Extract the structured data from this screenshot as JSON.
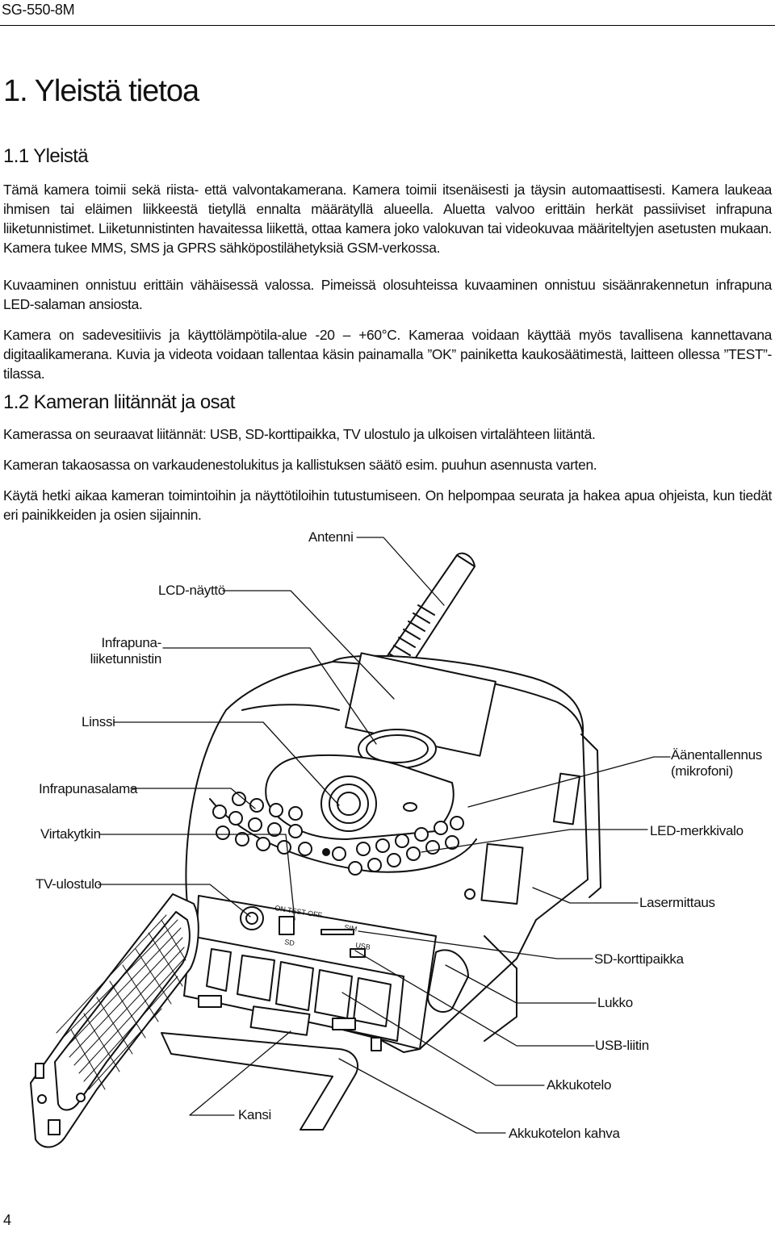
{
  "header": {
    "doc_code": "SG-550-8M"
  },
  "title": "1. Yleistä tietoa",
  "section1": {
    "heading": "1.1 Yleistä",
    "paragraphs": [
      "Tämä kamera toimii sekä riista- että valvontakamerana. Kamera toimii itsenäisesti ja täysin automaattisesti. Kamera laukeaa ihmisen tai eläimen liikkeestä tietyllä ennalta määrätyllä alueella. Aluetta valvoo erittäin herkät passiiviset infrapuna liiketunnistimet. Liiketunnistinten havaitessa liikettä, ottaa kamera joko valokuvan tai videokuvaa määriteltyjen asetusten mukaan. Kamera tukee MMS, SMS ja GPRS sähköpostilähetyksiä GSM-verkossa.",
      "Kuvaaminen onnistuu erittäin vähäisessä valossa. Pimeissä olosuhteissa kuvaaminen onnistuu sisäänrakennetun infrapuna LED-salaman ansiosta.",
      "Kamera on sadevesitiivis ja käyttölämpötila-alue -20 – +60°C. Kameraa voidaan käyttää myös tavallisena kannettavana digitaalikamerana. Kuvia ja videota voidaan tallentaa käsin painamalla ”OK” painiketta kaukosäätimestä, laitteen ollessa ”TEST”-tilassa."
    ]
  },
  "section2": {
    "heading": "1.2 Kameran liitännät ja osat",
    "paragraphs": [
      "Kamerassa on seuraavat liitännät: USB, SD-korttipaikka, TV ulostulo ja ulkoisen virtalähteen liitäntä.",
      "Kameran takaosassa on varkaudenestolukitus ja kallistuksen säätö esim. puuhun asennusta varten.",
      "Käytä hetki aikaa kameran toimintoihin ja näyttötiloihin tutustumiseen. On helpompaa seurata ja hakea apua ohjeista, kun tiedät eri painikkeiden ja osien sijainnin."
    ]
  },
  "diagram": {
    "labels": {
      "antenna": "Antenni",
      "lcd": "LCD-näyttö",
      "pir_line1": "Infrapuna-",
      "pir_line2": "liiketunnistin",
      "lens": "Linssi",
      "ir_flash": "Infrapunasalama",
      "power_switch": "Virtakytkin",
      "tv_out": "TV-ulostulo",
      "cover": "Kansi",
      "mic_line1": "Äänentallennus",
      "mic_line2": "(mikrofoni)",
      "led": "LED-merkkivalo",
      "laser": "Lasermittaus",
      "sd_slot": "SD-korttipaikka",
      "lock": "Lukko",
      "usb": "USB-liitin",
      "battery_box": "Akkukotelo",
      "battery_handle": "Akkukotelon kahva"
    },
    "panel_text": {
      "switch": "ON  TEST  OFF",
      "sd": "SD",
      "sim": "SIM",
      "usb": "USB"
    }
  },
  "footer": {
    "page_number": "4"
  }
}
